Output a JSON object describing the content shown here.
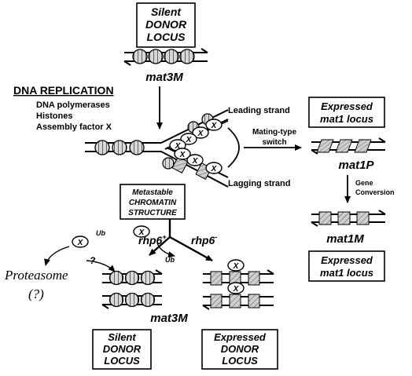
{
  "colors": {
    "ink": "#000000",
    "background": "#ffffff",
    "nucleosome_fill": "#d0d0d0",
    "hatch_fill": "#c8c8c8"
  },
  "top_box": {
    "lines": [
      "Silent",
      "DONOR",
      "LOCUS"
    ]
  },
  "top_label": "mat3M",
  "dna_replication": {
    "title": "DNA REPLICATION",
    "items": [
      "DNA polymerases",
      "Histones",
      "Assembly factor X"
    ]
  },
  "fork": {
    "leading": "Leading strand",
    "lagging": "Lagging strand",
    "factor": "X"
  },
  "switch_label": [
    "Mating-type",
    "switch"
  ],
  "expressed_top_box": {
    "lines": [
      "Expressed",
      "mat1 locus"
    ]
  },
  "mat1p": "mat1P",
  "gene_conversion": [
    "Gene",
    "Conversion"
  ],
  "mat1m": "mat1M",
  "expressed_bottom_box": {
    "lines": [
      "Expressed",
      "mat1 locus"
    ]
  },
  "metastable_box": {
    "lines": [
      "Metastable",
      "CHROMATIN",
      "STRUCTURE"
    ]
  },
  "rhp6_plus": "rhp6",
  "rhp6_plus_sup": "+",
  "rhp6_minus": "rhp6",
  "rhp6_minus_sup": "-",
  "ub": "Ub",
  "question": "?",
  "proteasome": "Proteasome",
  "proteasome_q": "(?)",
  "bottom_label": "mat3M",
  "silent_bottom_box": {
    "lines": [
      "Silent",
      "DONOR",
      "LOCUS"
    ]
  },
  "expressed_donor_box": {
    "lines": [
      "Expressed",
      "DONOR",
      "LOCUS"
    ]
  }
}
